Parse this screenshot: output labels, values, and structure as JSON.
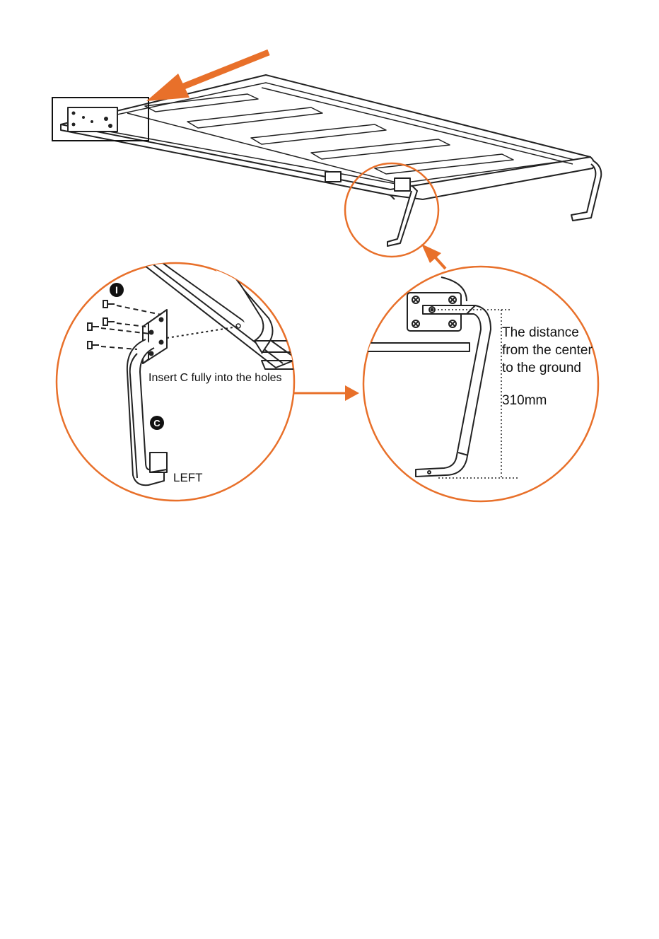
{
  "diagram": {
    "accent_color": "#e8702a",
    "line_color": "#222222",
    "parts": {
      "screw": "I",
      "leg": "C"
    },
    "left_detail": {
      "instruction": "Insert C fully into the holes",
      "side": "LEFT"
    },
    "right_detail": {
      "note_line1": "The distance",
      "note_line2": "from the center",
      "note_line3": "to the ground",
      "measurement": "310mm"
    },
    "icons": [
      "callout-arrow",
      "magnifier-circle",
      "screw",
      "leg-bracket"
    ]
  }
}
